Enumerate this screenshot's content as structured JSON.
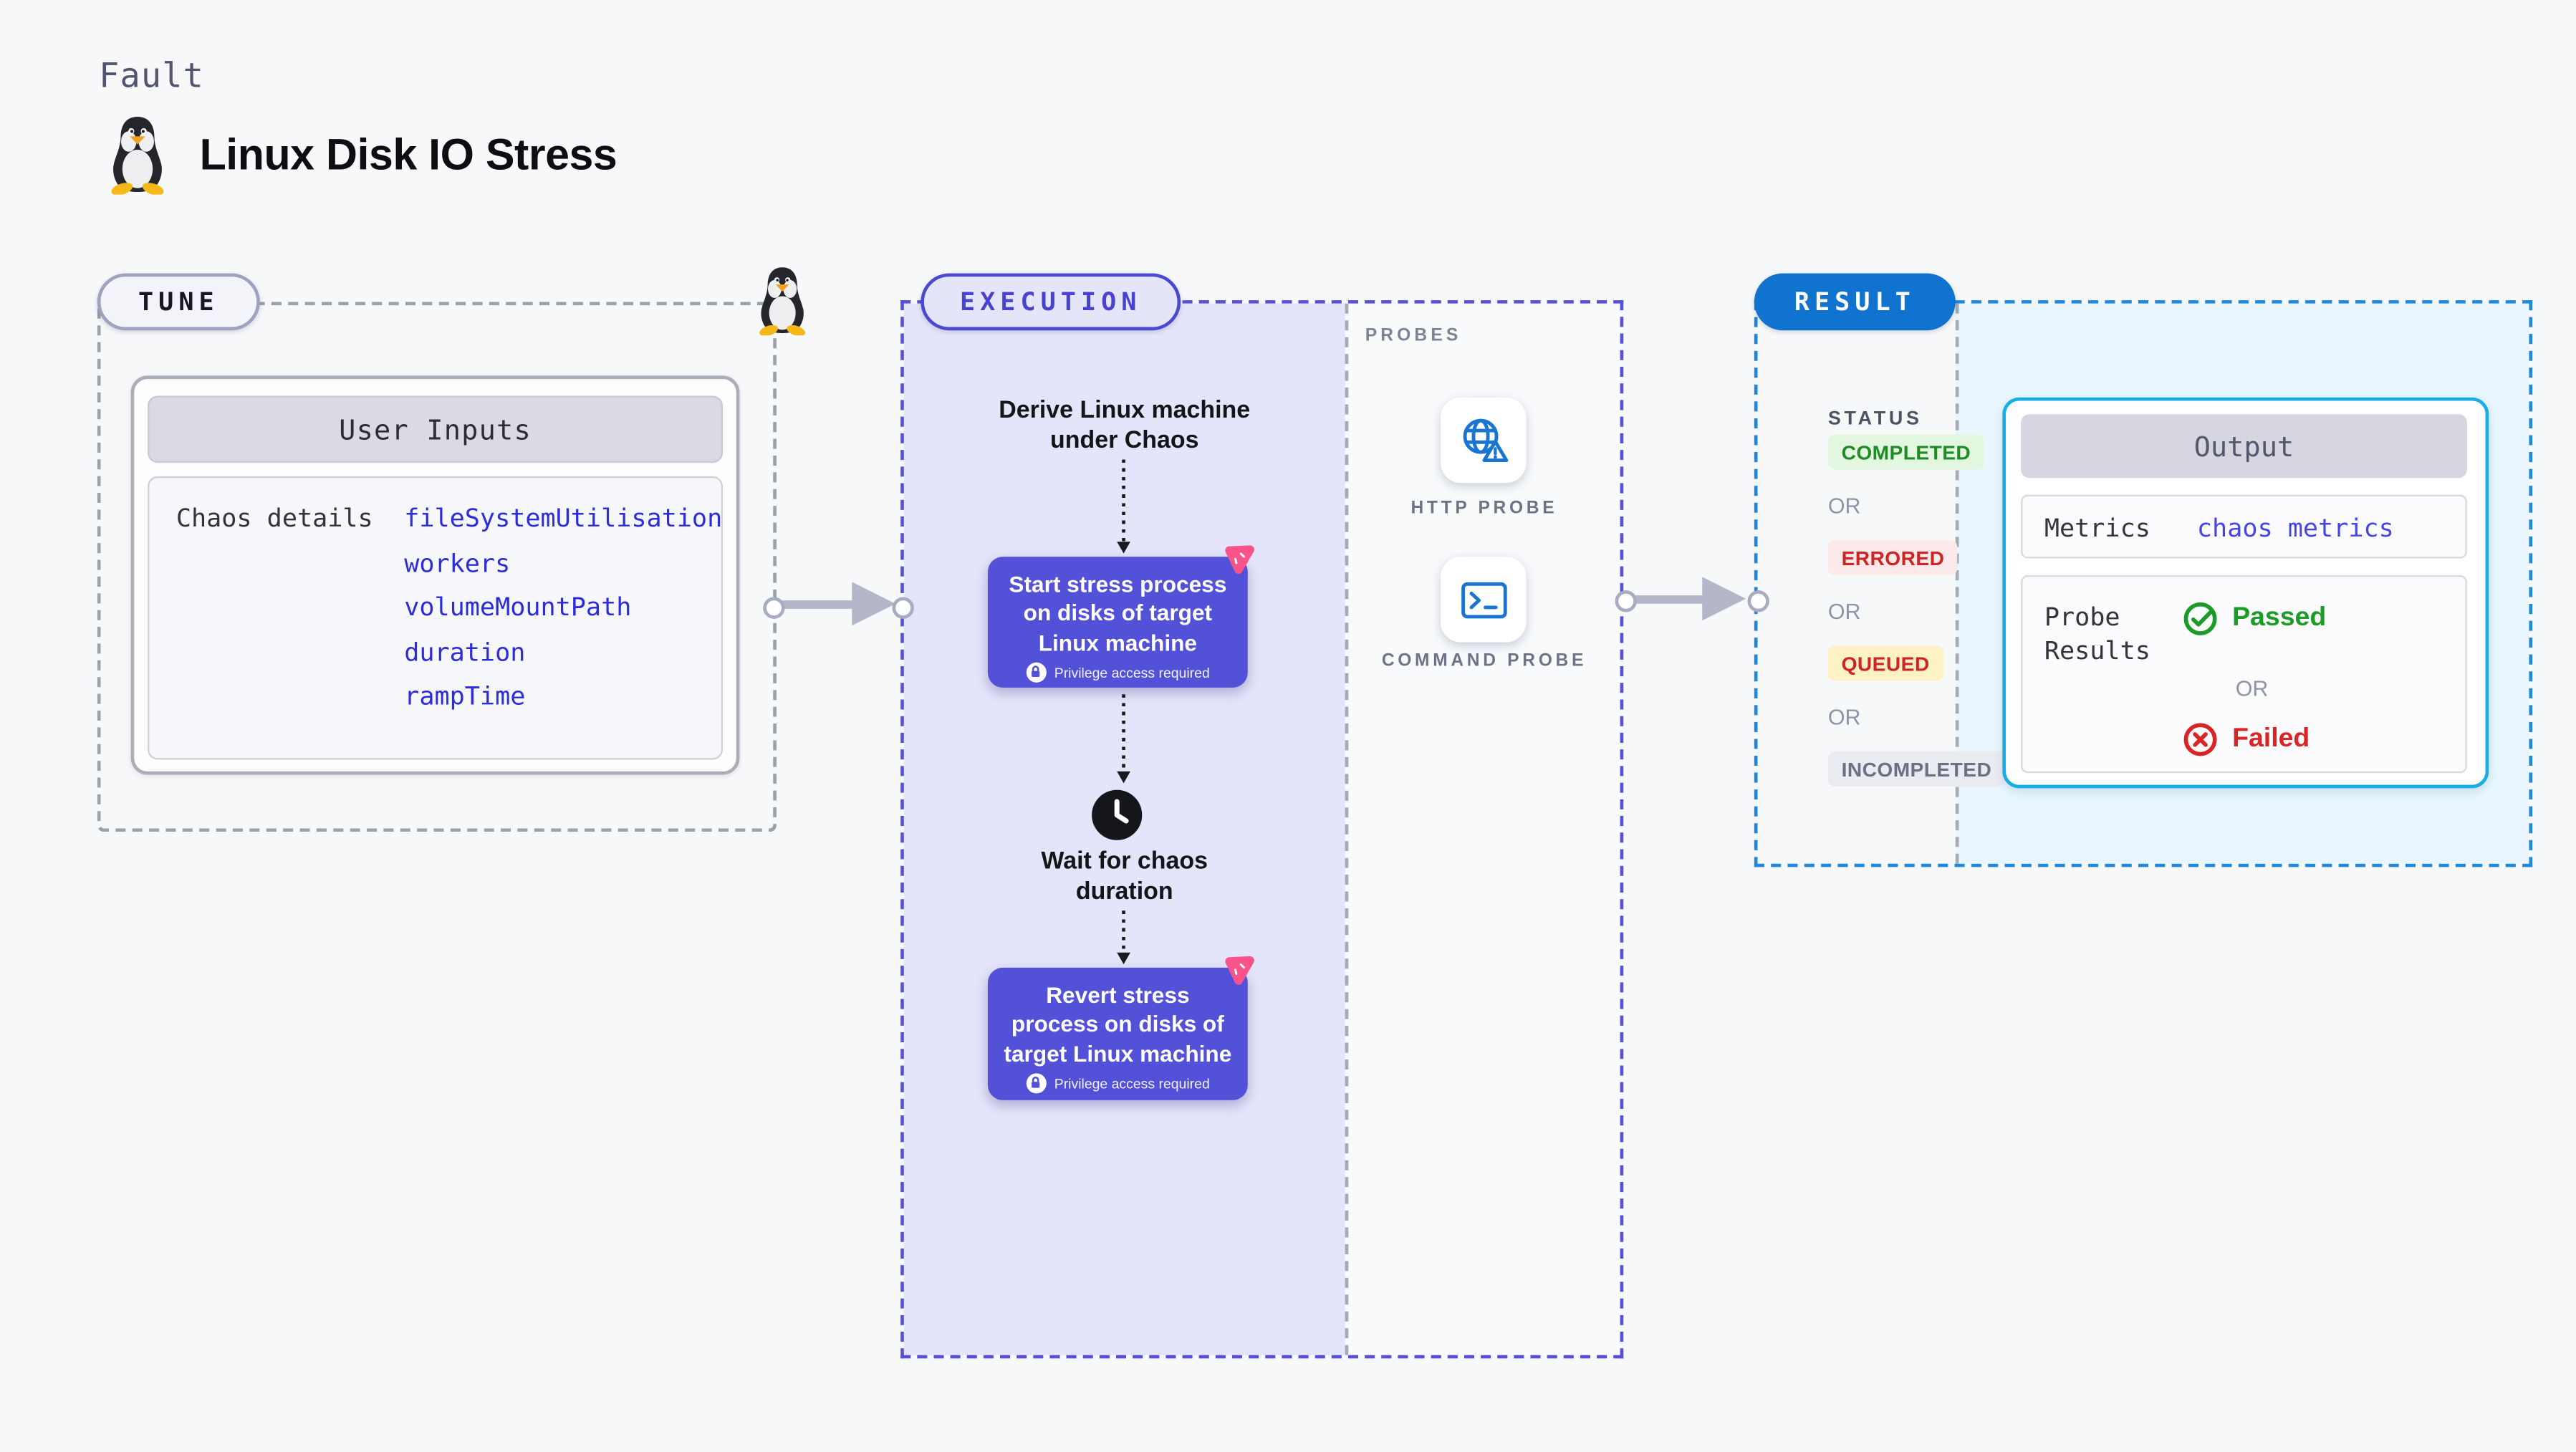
{
  "page": {
    "kicker": "Fault",
    "title": "Linux Disk IO Stress"
  },
  "tune": {
    "badge": "TUNE",
    "card_title": "User Inputs",
    "row_label": "Chaos details",
    "params": [
      "fileSystemUtilisation",
      "workers",
      "volumeMountPath",
      "duration",
      "rampTime"
    ]
  },
  "execution": {
    "badge": "EXECUTION",
    "derive_lines": [
      "Derive Linux machine",
      "under Chaos"
    ],
    "start_lines": [
      "Start stress process",
      "on disks of target",
      "Linux machine"
    ],
    "wait_lines": [
      "Wait for chaos",
      "duration"
    ],
    "revert_lines": [
      "Revert stress",
      "process on disks of",
      "target Linux machine"
    ],
    "privilege": "Privilege access required"
  },
  "probes": {
    "label": "PROBES",
    "http_label": "HTTP PROBE",
    "command_label": "COMMAND PROBE"
  },
  "result": {
    "badge": "RESULT",
    "status_label": "STATUS",
    "statuses": [
      {
        "label": "COMPLETED",
        "kind": "success"
      },
      {
        "label": "OR",
        "kind": "or"
      },
      {
        "label": "ERRORED",
        "kind": "error"
      },
      {
        "label": "OR",
        "kind": "or"
      },
      {
        "label": "QUEUED",
        "kind": "queued"
      },
      {
        "label": "OR",
        "kind": "or"
      },
      {
        "label": "INCOMPLETED",
        "kind": "incomplete"
      }
    ],
    "output": {
      "title": "Output",
      "metrics_label": "Metrics",
      "metrics_value": "chaos metrics",
      "probe_label": "Probe Results",
      "passed": "Passed",
      "or": "OR",
      "failed": "Failed"
    }
  },
  "colors": {
    "page_bg": "#f7f8fa",
    "indigo_dash": "#5452d6",
    "indigo_border": "#4b49d3",
    "indigo_text": "#4743d0",
    "lavender": "#e4e4fa",
    "step_purple": "#5351d7",
    "pink": "#f9538c",
    "dash_gray": "#9ba1ab",
    "connector": "#b4b6c9",
    "probe_blue": "#1a75d2",
    "result_blue": "#1173d0",
    "result_dash": "#1e88de",
    "result_bg": "#e9f6fd",
    "output_border": "#17ade5",
    "success_green": "#1f8b24",
    "success_bg": "#e2f6e0",
    "error_red": "#ce2424",
    "error_bg": "#fceaea",
    "queued_bg": "#fdf2c6",
    "incomplete_text": "#6b7183",
    "incomplete_bg": "#eaecf2",
    "or_gray": "#8e94a8",
    "param_blue": "#2c2cdb",
    "passed_green": "#1d9b27",
    "failed_red": "#d92525"
  }
}
